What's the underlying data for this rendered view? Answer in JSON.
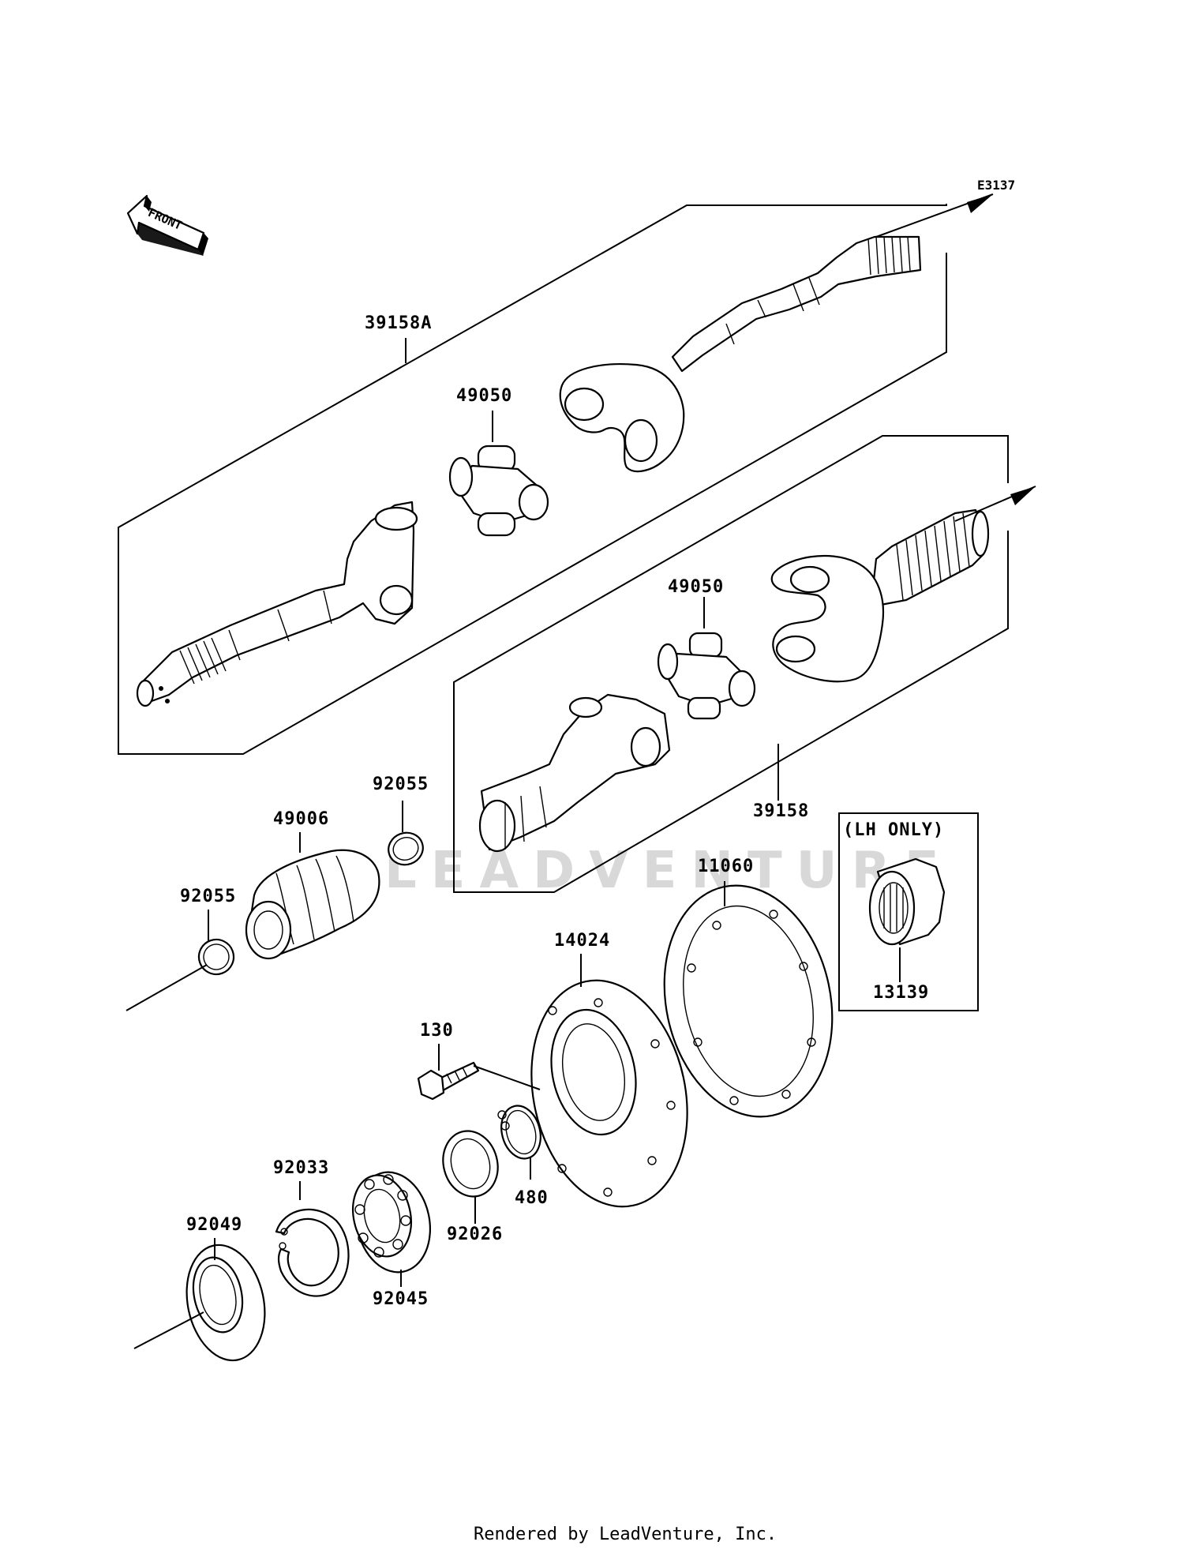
{
  "diagram": {
    "figure_code": "E3137",
    "front_label": "FRONT",
    "watermark": "LEADVENTURE",
    "lh_only_label": "(LH ONLY)",
    "footer": "Rendered by LeadVenture, Inc.",
    "parts": [
      {
        "id": "p39158A",
        "number": "39158A"
      },
      {
        "id": "p49050a",
        "number": "49050"
      },
      {
        "id": "p49050b",
        "number": "49050"
      },
      {
        "id": "p39158",
        "number": "39158"
      },
      {
        "id": "p92055a",
        "number": "92055"
      },
      {
        "id": "p49006",
        "number": "49006"
      },
      {
        "id": "p92055b",
        "number": "92055"
      },
      {
        "id": "p11060",
        "number": "11060"
      },
      {
        "id": "p14024",
        "number": "14024"
      },
      {
        "id": "p13139",
        "number": "13139"
      },
      {
        "id": "p130",
        "number": "130"
      },
      {
        "id": "p92033",
        "number": "92033"
      },
      {
        "id": "p92049",
        "number": "92049"
      },
      {
        "id": "p92045",
        "number": "92045"
      },
      {
        "id": "p92026",
        "number": "92026"
      },
      {
        "id": "p480",
        "number": "480"
      }
    ]
  }
}
